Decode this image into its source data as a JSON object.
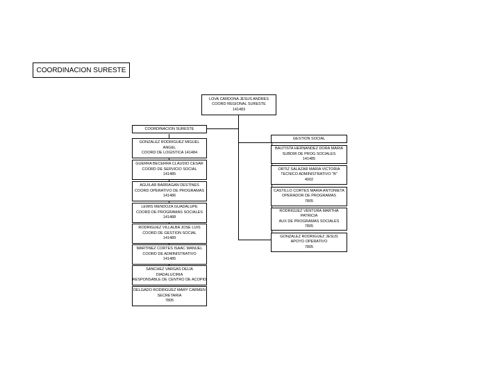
{
  "title": "COORDINACION SURESTE",
  "root": [
    "LOVA CARDONA JESUS ANDRES",
    "COORD REGIONAL SURESTE",
    "141483"
  ],
  "left_header": "COORDINACION SURESTE",
  "left_boxes": [
    [
      "GONZALEZ RODRIGUEZ MIGUEL",
      "ANGEL",
      "COORD DE LOGISTICA 141484"
    ],
    [
      "GUERRA BECERRA CLAUDIO CESAR",
      "COORD DE SERVICIO SOCIAL",
      "141485"
    ],
    [
      "AGUILAR BARRAGAN DESTINES",
      "COORD OPERATIVO DE PROGRAMAS",
      "141486"
    ],
    [
      "LEWIS MENDOZA GUADALUPE",
      "COORD DE PROGRAMAS SOCIALES",
      "141488"
    ],
    [
      "RODRIGUEZ VILLALBA JOSE LUIS",
      "COORD DE GESTION SOCIAL",
      "141489"
    ],
    [
      "MARTINEZ CORTES ISAAC MANUEL",
      "COORD DE ADMINISTRATIVO",
      "141485"
    ],
    [
      "SANCHEZ VARGAS DELIA",
      "DIADALUCIRIA",
      "RESPONSABLE DE CENTRO DE ACOPIO"
    ],
    [
      "DELGADO RODRIGUEZ MARY CARMEN",
      "SECRETARIA",
      "7805"
    ]
  ],
  "right_header": "GESTION SOCIAL",
  "right_boxes": [
    [
      "BAUTISTA HERNANDEZ DORA MARIA",
      "SUBDIR DE PROG SOCIALES",
      "141485"
    ],
    [
      "ORTIZ SALAZAR MARIA VICTORIA",
      "TECNICO ADMINISTRATIVO \"B\"",
      "4002"
    ],
    [
      "CASTILLO CORTES MARIA ANTONIETA",
      "OPERADOR DE PROGRAMAS",
      "7805"
    ],
    [
      "RODRIGUEZ VENTURA MARTHA",
      "PATRICIA",
      "AUX DE PROGRAMAS SOCIALES",
      "7805"
    ],
    [
      "GONZALEZ RODRIGUEZ JESUS",
      "APOYO OPERATIVO",
      "7805"
    ]
  ]
}
